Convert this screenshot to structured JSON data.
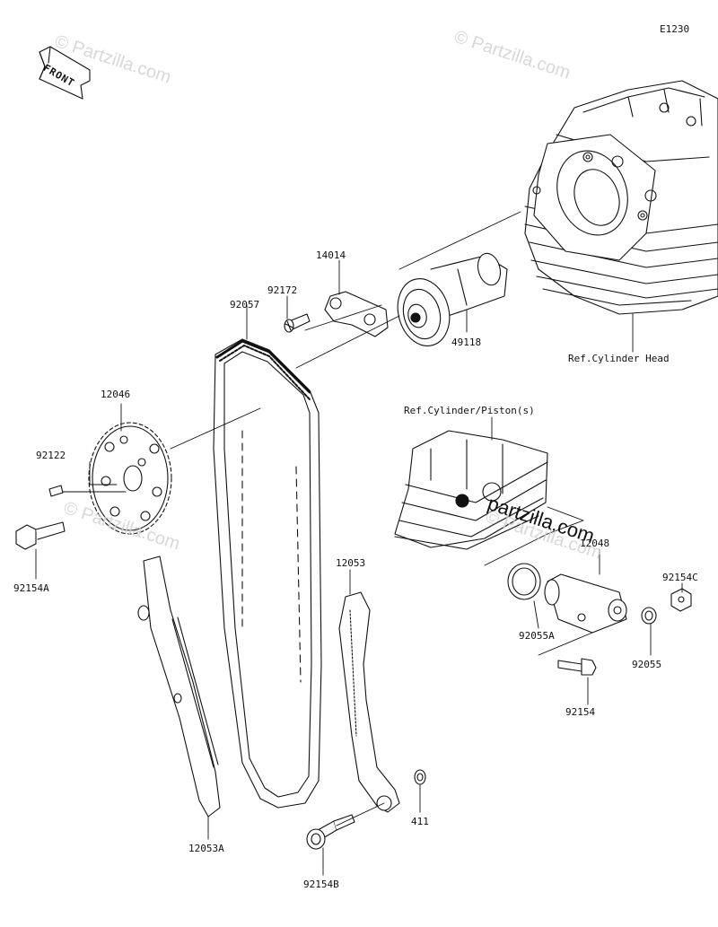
{
  "diagram_code": "E1230",
  "front_marker": "FRONT",
  "watermarks": [
    "© Partzilla.com",
    "© Partzilla.com",
    "© Partzilla.com",
    "© Partzilla.com"
  ],
  "brand_mark": "partzilla.com",
  "parts": {
    "p14014": "14014",
    "p92172": "92172",
    "p92057": "92057",
    "p49118": "49118",
    "p12046": "12046",
    "p92122": "92122",
    "p92154A": "92154A",
    "p12053": "12053",
    "p12048": "12048",
    "p92154C": "92154C",
    "p92055A": "92055A",
    "p92055": "92055",
    "p92154": "92154",
    "p411": "411",
    "p12053A": "12053A",
    "p92154B": "92154B"
  },
  "references": {
    "cylinder_head": "Ref.Cylinder Head",
    "cylinder_piston": "Ref.Cylinder/Piston(s)"
  }
}
